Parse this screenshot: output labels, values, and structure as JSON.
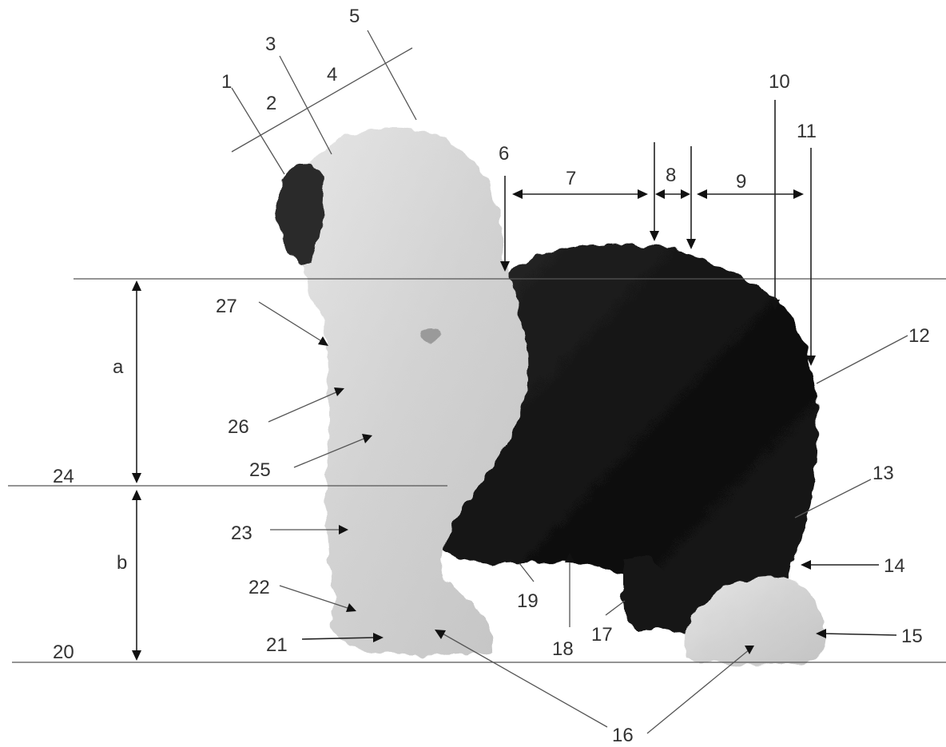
{
  "labels": {
    "n1": "1",
    "n2": "2",
    "n3": "3",
    "n4": "4",
    "n5": "5",
    "n6": "6",
    "n7": "7",
    "n8": "8",
    "n9": "9",
    "n10": "10",
    "n11": "11",
    "n12": "12",
    "n13": "13",
    "n14": "14",
    "n15": "15",
    "n16": "16",
    "n17": "17",
    "n18": "18",
    "n19": "19",
    "n20": "20",
    "n21": "21",
    "n22": "22",
    "n23": "23",
    "n24": "24",
    "n25": "25",
    "n26": "26",
    "n27": "27",
    "a": "a",
    "b": "b"
  },
  "colors": {
    "background": "#ffffff",
    "coat_dark": "#161616",
    "coat_light": "#dcdcdc",
    "lines": "#555555"
  }
}
